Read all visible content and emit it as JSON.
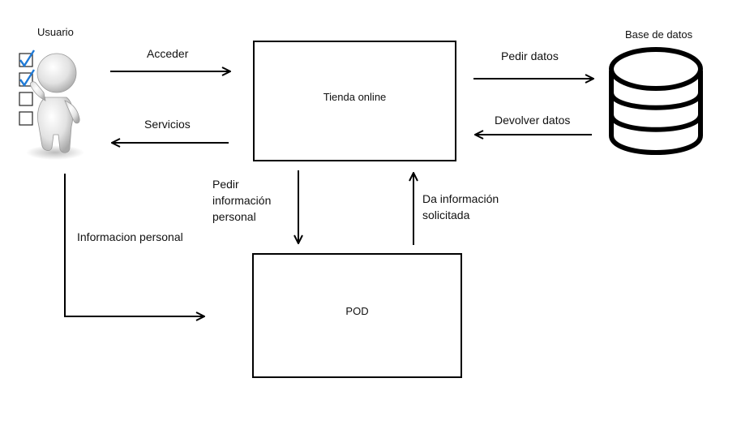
{
  "nodes": {
    "usuario": "Usuario",
    "tienda": "Tienda online",
    "pod": "POD",
    "base_datos": "Base de datos"
  },
  "edges": {
    "acceder": "Acceder",
    "servicios": "Servicios",
    "pedir_datos": "Pedir datos",
    "devolver_datos": "Devolver datos",
    "pedir_info_line1": "Pedir",
    "pedir_info_line2": "información",
    "pedir_info_line3": "personal",
    "da_info_line1": "Da información",
    "da_info_line2": "solicitada",
    "info_personal": "Informacion personal"
  },
  "colors": {
    "line": "#000000",
    "check": "#1f7ad6"
  }
}
